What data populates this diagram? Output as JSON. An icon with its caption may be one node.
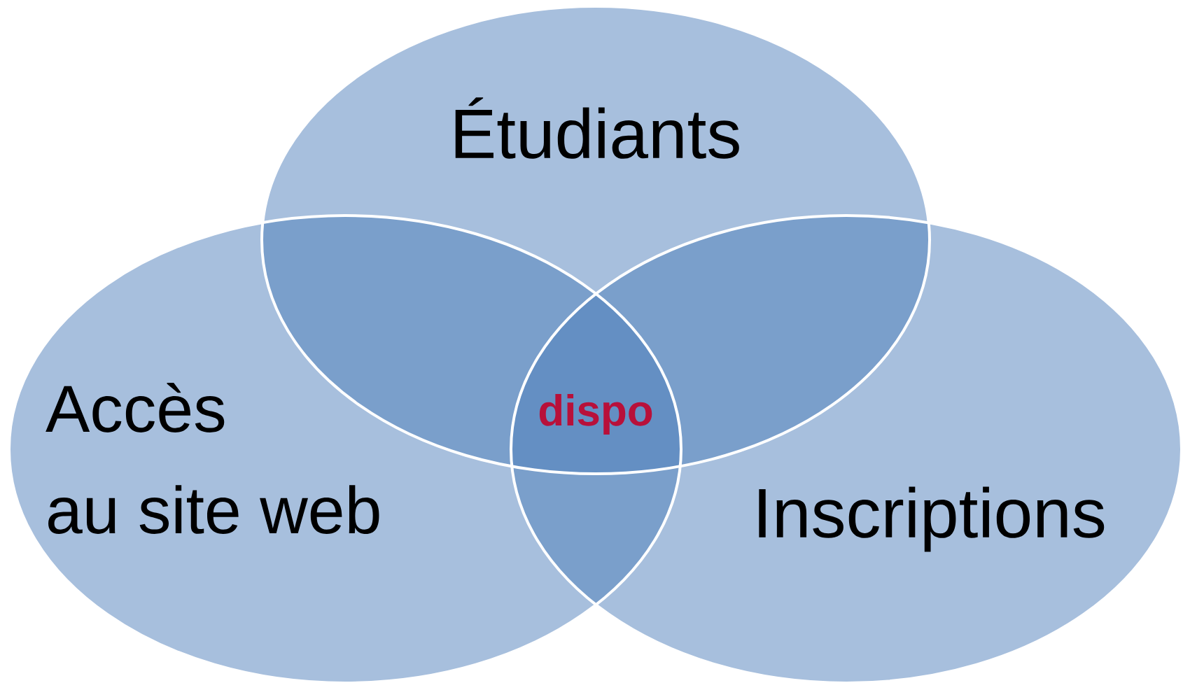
{
  "diagram": {
    "nodes": [
      {
        "text": [
          "Étudiants"
        ]
      },
      {
        "text": [
          "Accès au site web"
        ]
      },
      {
        "text": [
          "Inscriptions"
        ]
      }
    ],
    "labels": [
      "dispo"
    ]
  }
}
